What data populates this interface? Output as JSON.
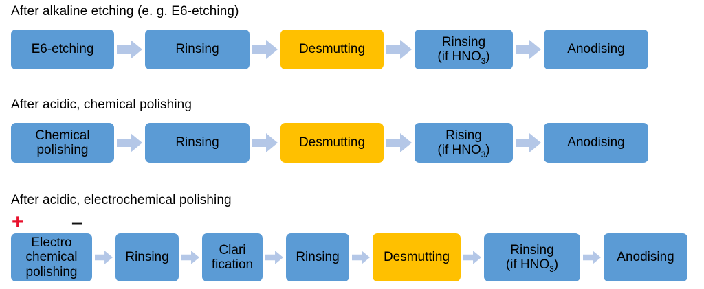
{
  "diagram": {
    "title_colors": {
      "node_blue": "#5B9BD5",
      "node_yellow": "#FFC000",
      "arrow_blue": "#B4C7E7",
      "plus_red": "#E8112D",
      "minus_black": "#111111",
      "text": "#000000",
      "background": "#FFFFFF"
    },
    "rows": [
      {
        "heading": "After alkaline etching (e. g. E6-etching)",
        "steps": [
          {
            "label": "E6-etching",
            "color": "blue"
          },
          {
            "label": "Rinsing",
            "color": "blue"
          },
          {
            "label": "Desmutting",
            "color": "yellow"
          },
          {
            "label": "Rinsing\n(if HNO3)",
            "line1": "Rinsing",
            "line2_pre": "(if HNO",
            "line2_sub": "3",
            "line2_post": ")",
            "color": "blue"
          },
          {
            "label": "Anodising",
            "color": "blue"
          }
        ],
        "arrow_count": 4
      },
      {
        "heading": "After acidic, chemical polishing",
        "steps": [
          {
            "label": "Chemical\npolishing",
            "line1": "Chemical",
            "line2": "polishing",
            "color": "blue"
          },
          {
            "label": "Rinsing",
            "color": "blue"
          },
          {
            "label": "Desmutting",
            "color": "yellow"
          },
          {
            "label": "Rising\n(if HNO3)",
            "line1": "Rising",
            "line2_pre": "(if HNO",
            "line2_sub": "3",
            "line2_post": ")",
            "color": "blue"
          },
          {
            "label": "Anodising",
            "color": "blue"
          }
        ],
        "arrow_count": 4
      },
      {
        "heading": "After acidic, electrochemical polishing",
        "polarity": {
          "plus": "+",
          "minus": "–"
        },
        "steps": [
          {
            "label": "Electro\nchemical\npolishing",
            "line1": "Electro",
            "line2": "chemical",
            "line3": "polishing",
            "color": "blue"
          },
          {
            "label": "Rinsing",
            "color": "blue"
          },
          {
            "label": "Clari\nfication",
            "line1": "Clari",
            "line2": "fication",
            "color": "blue"
          },
          {
            "label": "Rinsing",
            "color": "blue"
          },
          {
            "label": "Desmutting",
            "color": "yellow"
          },
          {
            "label": "Rinsing\n(if HNO3)",
            "line1": "Rinsing",
            "line2_pre": "(if HNO",
            "line2_sub": "3",
            "line2_post": ")",
            "color": "blue"
          },
          {
            "label": "Anodising",
            "color": "blue"
          }
        ],
        "arrow_count": 6
      }
    ]
  }
}
